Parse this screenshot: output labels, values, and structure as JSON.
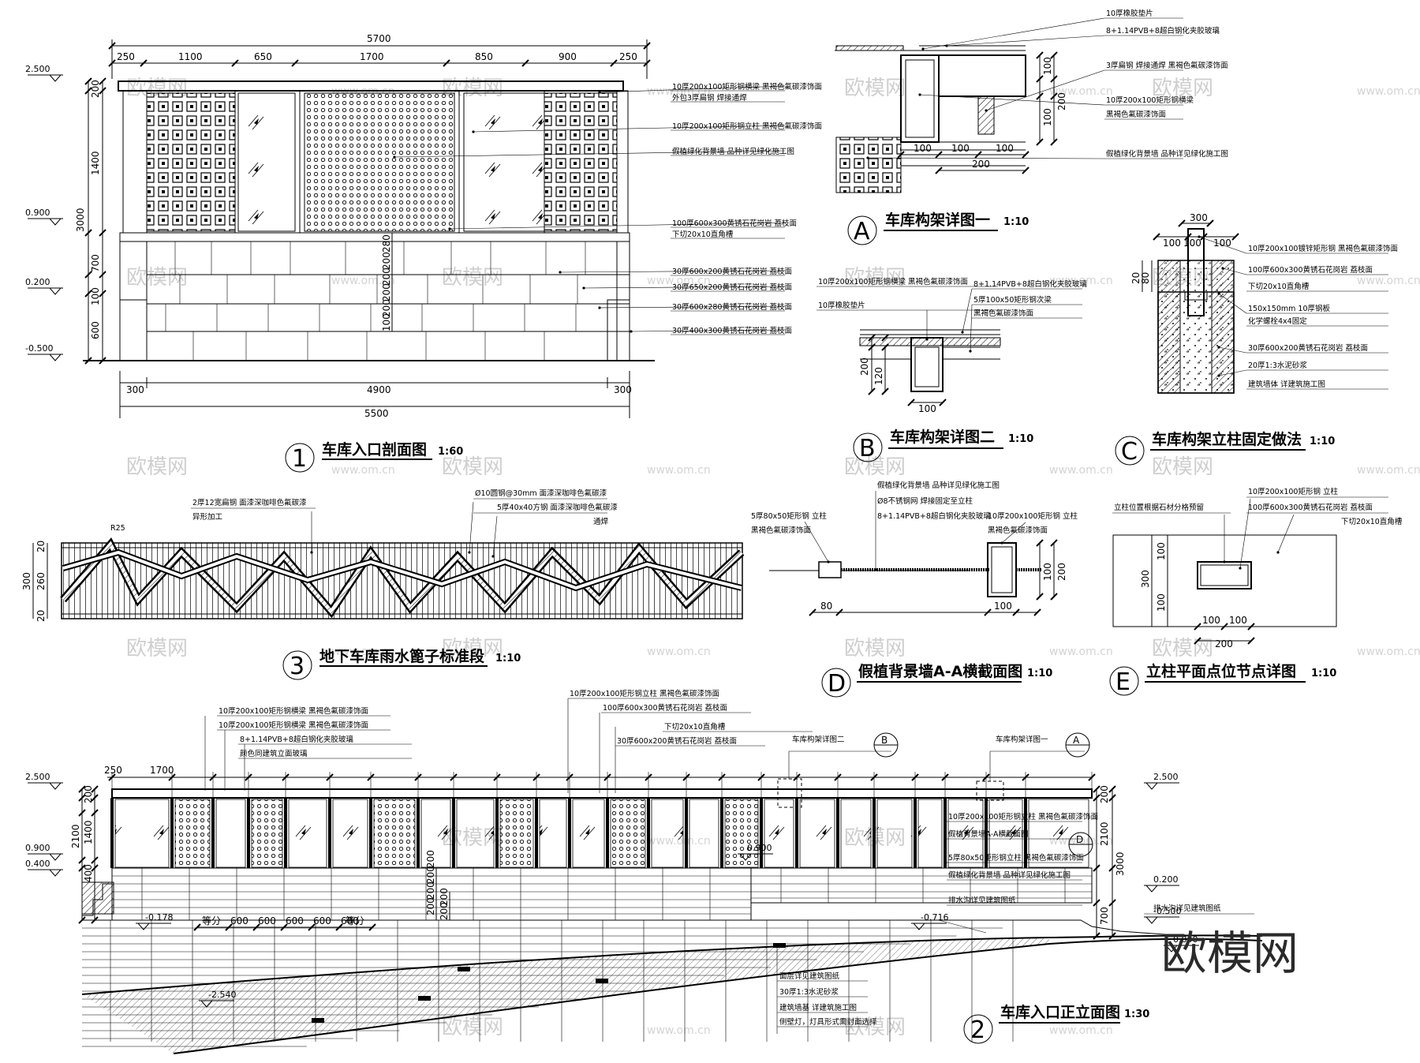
{
  "watermark": {
    "brand": "欧模网",
    "site": "www.om.cn"
  },
  "drawings": {
    "d1": {
      "symbol": "1",
      "title": "车库入口剖面图",
      "scale": "1:60",
      "top_dims": [
        "250",
        "1100",
        "650",
        "1700",
        "850",
        "900",
        "250"
      ],
      "overall_top": "5700",
      "bottom_dims": [
        "300",
        "4900",
        "300"
      ],
      "overall_bottom": "5500",
      "levels": [
        "2.500",
        "0.900",
        "0.200",
        "-0.500"
      ],
      "side_dims": [
        "200",
        "1400",
        "3000",
        "700",
        "100",
        "600"
      ],
      "inner_dims": [
        "280",
        "200",
        "200",
        "200",
        "200",
        "100",
        "200"
      ],
      "notes": [
        "10厚200x100矩形钢横梁  黑褐色氟碳漆饰面",
        "外包3厚扁钢  焊接通焊",
        "10厚200x100矩形钢立柱  黑褐色氟碳漆饰面",
        "假植绿化背景墙  品种详见绿化施工图",
        "100厚600x300黄锈石花岗岩  荔枝面",
        "下切20x10直角槽",
        "30厚600x200黄锈石花岗岩  荔枝面",
        "30厚650x200黄锈石花岗岩  荔枝面",
        "30厚600x280黄锈石花岗岩  荔枝面",
        "30厚400x300黄锈石花岗岩  荔枝面"
      ]
    },
    "dA": {
      "symbol": "A",
      "title": "车库构架详图一",
      "scale": "1:10",
      "dims": [
        "100",
        "100",
        "100",
        "200",
        "100",
        "200",
        "100"
      ],
      "notes": [
        "10厚橡胶垫片",
        "8+1.14PVB+8超白钢化夹胶玻璃",
        "3厚扁钢  焊接通焊  黑褐色氟碳漆饰面",
        "10厚200x100矩形钢横梁",
        "黑褐色氟碳漆饰面",
        "假植绿化背景墙  品种详见绿化施工图"
      ]
    },
    "dB": {
      "symbol": "B",
      "title": "车库构架详图二",
      "scale": "1:10",
      "dims": [
        "100",
        "200",
        "120"
      ],
      "notes": [
        "10厚200x100矩形钢横梁  黑褐色氟碳漆饰面",
        "8+1.14PVB+8超白钢化夹胶玻璃",
        "5厚100x50矩形钢次梁",
        "黑褐色氟碳漆饰面",
        "10厚橡胶垫片"
      ]
    },
    "dC": {
      "symbol": "C",
      "title": "车库构架立柱固定做法",
      "scale": "1:10",
      "dims": [
        "300",
        "100",
        "100",
        "100",
        "100",
        "20",
        "80"
      ],
      "notes": [
        "10厚200x100镀锌矩形钢  黑褐色氟碳漆饰面",
        "100厚600x300黄锈石花岗岩  荔枝面",
        "下切20x10直角槽",
        "150x150mm  10厚钢板",
        "化学螺栓4x4固定",
        "30厚600x200黄锈石花岗岩  荔枝面",
        "20厚1:3水泥砂浆",
        "建筑墙体  详建筑施工图"
      ]
    },
    "d3": {
      "symbol": "3",
      "title": "地下车库雨水篦子标准段",
      "scale": "1:10",
      "dims": [
        "300",
        "260",
        "20",
        "20"
      ],
      "radius": "R25",
      "notes": [
        "2厚12宽扁钢  面漆深咖啡色氟碳漆",
        "异形加工",
        "Ø10圆钢@30mm  面漆深咖啡色氟碳漆",
        "5厚40x40方钢  面漆深咖啡色氟碳漆",
        "通焊"
      ]
    },
    "dD": {
      "symbol": "D",
      "title": "假植背景墙A-A横截面图",
      "scale": "1:10",
      "dims": [
        "80",
        "100",
        "100",
        "200"
      ],
      "notes": [
        "假植绿化背景墙  品种详见绿化施工图",
        "5厚80x50矩形钢  立柱",
        "黑褐色氟碳漆饰面",
        "Ø8不锈钢网  焊接固定至立柱",
        "8+1.14PVB+8超白钢化夹胶玻璃",
        "10厚200x100矩形钢  立柱",
        "黑褐色氟碳漆饰面"
      ]
    },
    "dE": {
      "symbol": "E",
      "title": "立柱平面点位节点详图",
      "scale": "1:10",
      "dims": [
        "100",
        "100",
        "200",
        "300",
        "100",
        "100"
      ],
      "notes": [
        "立柱位置根据石材分格预留",
        "10厚200x100矩形钢  立柱",
        "100厚600x300黄锈石花岗岩  荔枝面",
        "下切20x10直角槽"
      ]
    },
    "d2": {
      "symbol": "2",
      "title": "车库入口正立面图",
      "scale": "1:30",
      "dims_top": [
        "250",
        "1700"
      ],
      "levels_left": [
        "2.500",
        "0.900",
        "0.400"
      ],
      "levels_right": [
        "2.500",
        "0.200",
        "-0.500"
      ],
      "side_dims": [
        "200",
        "1400",
        "2100",
        "400"
      ],
      "right_dims": [
        "200",
        "2100",
        "3000",
        "700"
      ],
      "module": "600",
      "equal_label": "等分",
      "mid_dims": [
        "200",
        "200",
        "200",
        "200",
        "200",
        "200",
        "200"
      ],
      "spot_levels": [
        "-0.178",
        "-0.716",
        "0.900",
        "-2.540",
        "0.800"
      ],
      "refs": [
        "车库构架详图二",
        "车库构架详图一"
      ],
      "ref_syms": [
        "B",
        "A",
        "D"
      ],
      "notes_top": [
        "10厚200x100矩形钢横梁  黑褐色氟碳漆饰面",
        "10厚200x100矩形钢横梁  黑褐色氟碳漆饰面",
        "8+1.14PVB+8超白钢化夹胶玻璃",
        "颜色同建筑立面玻璃",
        "10厚200x100矩形钢立柱  黑褐色氟碳漆饰面",
        "100厚600x300黄锈石花岗岩  荔枝面",
        "下切20x10直角槽",
        "30厚600x200黄锈石花岗岩  荔枝面"
      ],
      "notes_right": [
        "10厚200x100矩形钢立柱  黑褐色氟碳漆饰面",
        "假植背景墙A-A横截面图",
        "5厚80x50矩形钢立柱  黑褐色氟碳漆饰面",
        "假植绿化背景墙  品种详见绿化施工图",
        "排水沟详见建筑图纸"
      ],
      "notes_bottom": [
        "面层详见建筑图纸",
        "30厚1:3水泥砂浆",
        "建筑墙基  详建筑施工图",
        "侧壁灯，灯具形式需封面选择"
      ]
    }
  }
}
